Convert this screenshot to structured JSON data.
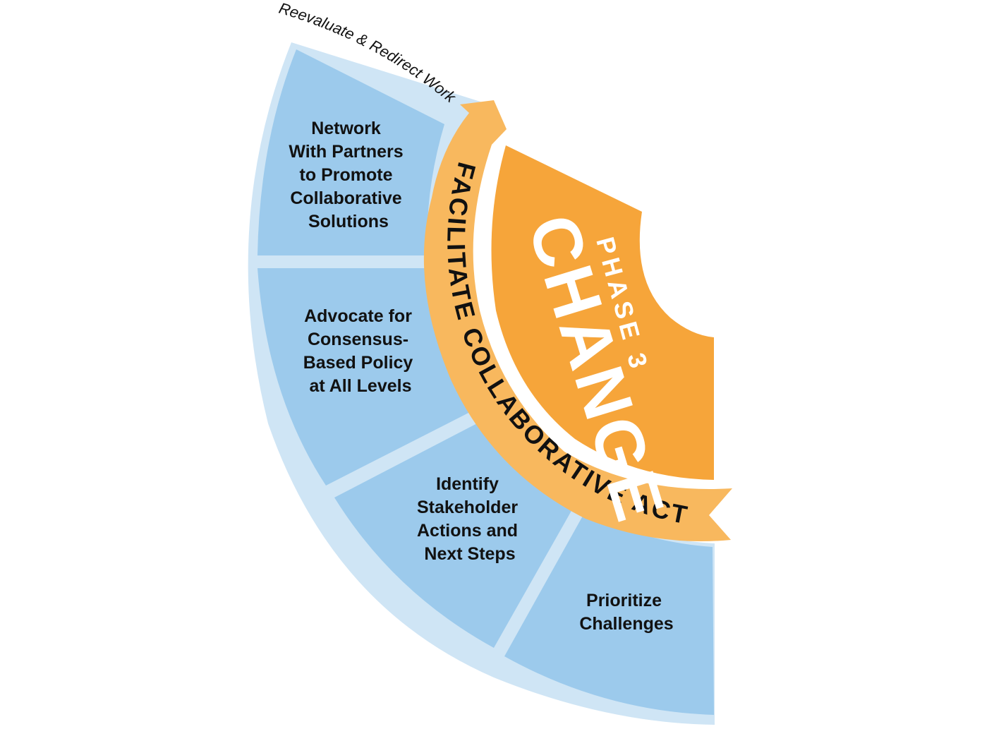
{
  "reevaluate_label": "Reevaluate & Redirect Work",
  "ribbon_label": "FACILITATE COLLABORATIVE ACTION",
  "phase_label": "PHASE 3",
  "phase_title": "CHANGE",
  "segments": [
    {
      "lines": [
        "Network",
        "With Partners",
        "to Promote",
        "Collaborative",
        "Solutions"
      ]
    },
    {
      "lines": [
        "Advocate for",
        "Consensus-",
        "Based Policy",
        "at All Levels"
      ]
    },
    {
      "lines": [
        "Identify",
        "Stakeholder",
        "Actions and",
        "Next Steps"
      ]
    },
    {
      "lines": [
        "Prioritize",
        "Challenges"
      ]
    }
  ],
  "colors": {
    "outer_band": "#cfe5f5",
    "segment_fill": "#9ccaec",
    "ribbon_fill": "#f8b85e",
    "phase_fill": "#f6a53a",
    "text": "#111111"
  }
}
